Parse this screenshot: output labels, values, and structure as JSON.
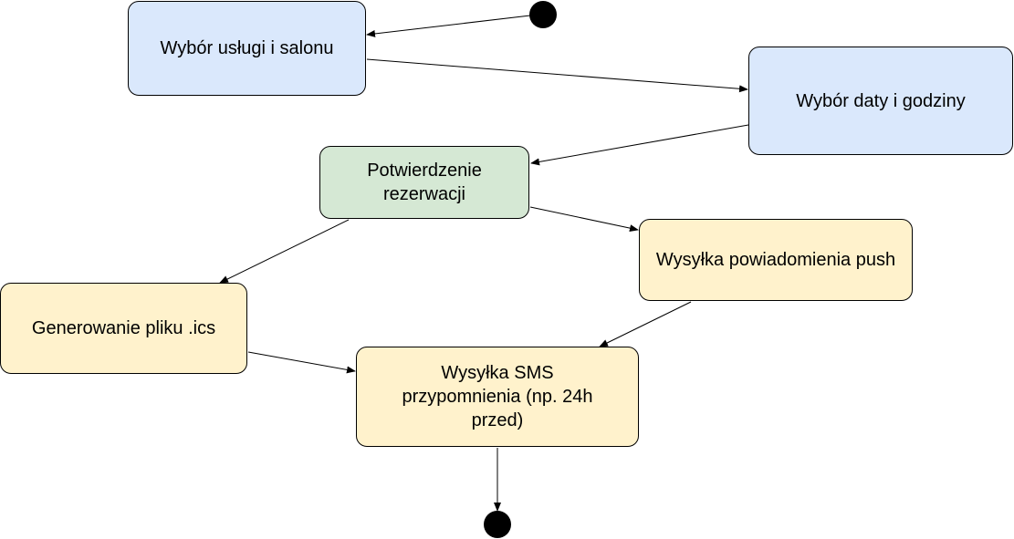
{
  "nodes": {
    "service_salon": "Wybór usługi i salonu",
    "date_time": "Wybór daty i godziny",
    "confirmation": "Potwierdzenie rezerwacji",
    "push": "Wysyłka powiadomienia push",
    "ics": "Generowanie pliku .ics",
    "sms": "Wysyłka SMS przypomnienia (np. 24h przed)"
  },
  "colors": {
    "blue_fill": "#dae8fc",
    "green_fill": "#d5e8d4",
    "yellow_fill": "#fff2cc",
    "stroke": "#000000"
  },
  "edges": [
    {
      "from": "start",
      "to": "service_salon"
    },
    {
      "from": "service_salon",
      "to": "date_time"
    },
    {
      "from": "date_time",
      "to": "confirmation"
    },
    {
      "from": "confirmation",
      "to": "push"
    },
    {
      "from": "confirmation",
      "to": "ics"
    },
    {
      "from": "push",
      "to": "sms"
    },
    {
      "from": "ics",
      "to": "sms"
    },
    {
      "from": "sms",
      "to": "end"
    }
  ]
}
